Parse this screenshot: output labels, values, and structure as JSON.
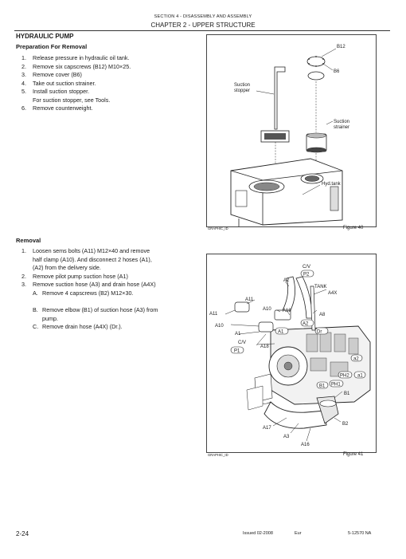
{
  "header": {
    "section": "SECTION 4 - DISASSEMBLY AND ASSEMBLY",
    "chapter": "CHAPTER 2 - UPPER STRUCTURE"
  },
  "title": "HYDRAULIC PUMP",
  "prep": {
    "heading": "Preparation For Removal",
    "steps": [
      {
        "n": "1.",
        "text": "Release pressure in hydraulic oil tank."
      },
      {
        "n": "2.",
        "text": "Remove six capscrews (B12) M10×25."
      },
      {
        "n": "3.",
        "text": "Remove cover (B6)"
      },
      {
        "n": "4.",
        "text": "Take out suction strainer."
      },
      {
        "n": "5.",
        "text": "Install suction stopper.",
        "text2": "For suction stopper, see Tools."
      },
      {
        "n": "6.",
        "text": "Remove counterweight."
      }
    ]
  },
  "removal": {
    "heading": "Removal",
    "step1": {
      "n": "1.",
      "l1": "Loosen sems bolts (A11) M12×40 and remove",
      "l2": "half clamp (A10). And disconnect 2 hoses (A1),",
      "l3": "(A2) from the delivery side."
    },
    "step2": {
      "n": "2.",
      "text": "Remove pilot pump suction hose (A1)"
    },
    "step3": {
      "n": "3.",
      "text": "Remove suction hose (A3) and drain hose (A4X)"
    },
    "subA": {
      "n": "A.",
      "text": "Remove 4 capscrews (B2) M12×30."
    },
    "subB": {
      "n": "B.",
      "l1": "Remove elbow (B1) of suction hose (A3) from",
      "l2": "pump."
    },
    "subC": {
      "n": "C.",
      "text": "Remove drain hose (A4X) (Dr.)."
    }
  },
  "figure40": {
    "caption": "Figure 40",
    "graphic_id": "GRAPHIC_ID",
    "labels": {
      "b12": "B12",
      "b6": "B6",
      "suction_stopper_1": "Suction",
      "suction_stopper_2": "stopper",
      "suction_strainer_1": "Suction",
      "suction_strainer_2": "strainer",
      "hyd_tank": "Hyd.tank"
    }
  },
  "figure41": {
    "caption": "Figure 41",
    "graphic_id": "GRAPHIC_ID",
    "labels": {
      "cv_top": "C/V",
      "p2": "P2",
      "a2_top": "A2",
      "tank": "TANK",
      "a4x": "A4X",
      "a11_a": "A11",
      "a11_b": "A11",
      "a10_a": "A10",
      "a10_b": "A10",
      "a18_a": "A18",
      "a8": "A8",
      "a2_mid": "A2",
      "a1_mid": "A1",
      "a1_left": "A1",
      "dr": "Dr",
      "cv_bottom": "C/V",
      "p1": "P1",
      "a18_b": "A18",
      "a2_right": "a2",
      "a1_right": "a1",
      "ph2": "PH2",
      "b1_tag": "B1",
      "ph1": "PH1",
      "b1": "B1",
      "b2": "B2",
      "a17": "A17",
      "a3": "A3",
      "a16": "A16"
    }
  },
  "footer": {
    "page": "2-24",
    "issued": "Issued 02-2008",
    "lang": "Eur",
    "doc_no": "5-12570 NA"
  }
}
